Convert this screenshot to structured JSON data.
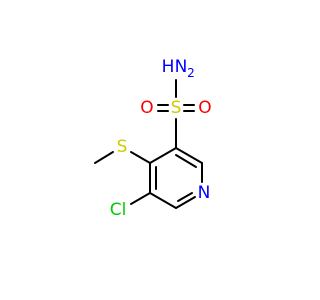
{
  "molecule": {
    "atoms": {
      "nh2": {
        "label": "N",
        "sub": "2",
        "h": "H",
        "color": "#0000ff"
      },
      "s_sulfonyl": {
        "label": "S",
        "color": "#cccc00"
      },
      "o_left": {
        "label": "O",
        "color": "#ff0000"
      },
      "o_right": {
        "label": "O",
        "color": "#ff0000"
      },
      "s_thio": {
        "label": "S",
        "color": "#cccc00"
      },
      "cl": {
        "label": "Cl",
        "color": "#00cc00"
      },
      "n_ring": {
        "label": "N",
        "color": "#0000ff"
      }
    },
    "colors": {
      "bond": "#000000",
      "nitrogen": "#0000ff",
      "sulfur": "#cccc00",
      "oxygen": "#ff0000",
      "chlorine": "#00cc00"
    }
  }
}
